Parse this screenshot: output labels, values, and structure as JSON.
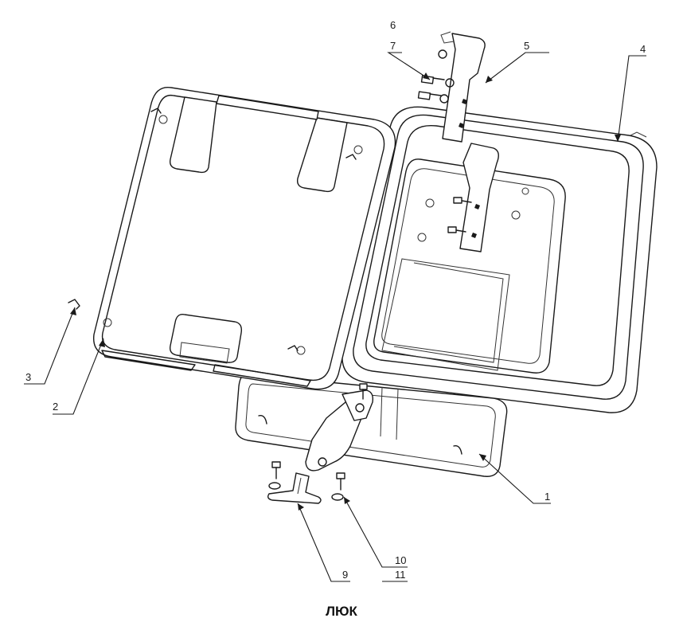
{
  "caption": "ЛЮК",
  "callouts": {
    "c1": "1",
    "c2": "2",
    "c3": "3",
    "c4": "4",
    "c5": "5",
    "c6": "6",
    "c7": "7",
    "c9": "9",
    "c10": "10",
    "c11": "11"
  }
}
